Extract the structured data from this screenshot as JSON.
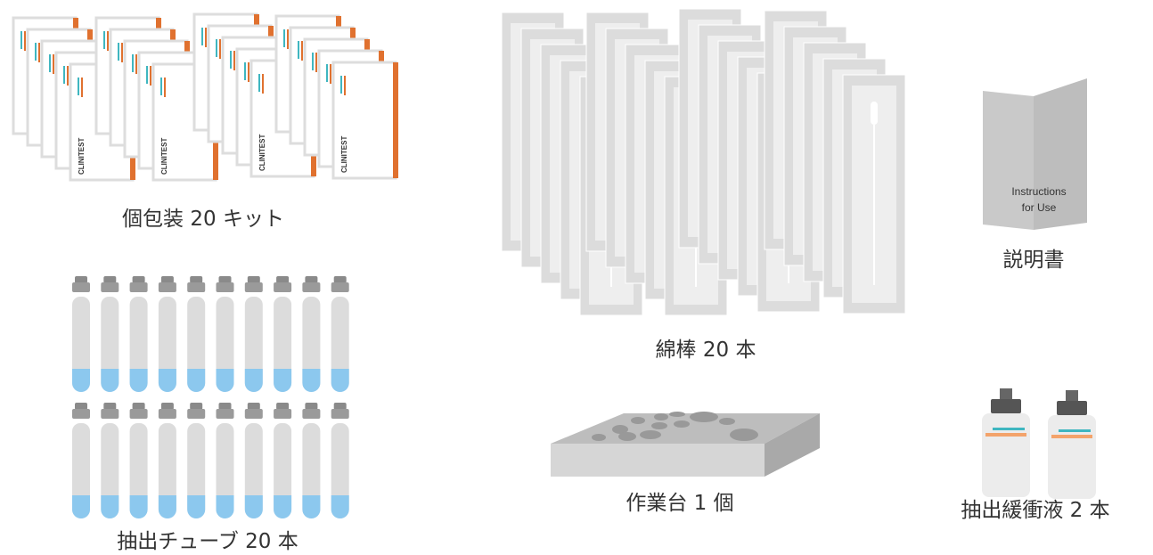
{
  "items": {
    "test_kits": {
      "label": "個包装 20 キット",
      "count": 20,
      "brand": "CLINITEST"
    },
    "tubes": {
      "label": "抽出チューブ 20 本",
      "count": 20
    },
    "swabs": {
      "label": "綿棒 20 本",
      "count": 20
    },
    "instructions": {
      "label": "説明書",
      "booklet_line1": "Instructions",
      "booklet_line2": "for Use"
    },
    "workstation": {
      "label": "作業台 1 個",
      "count": 1
    },
    "buffer": {
      "label": "抽出緩衝液 2 本",
      "count": 2
    }
  },
  "colors": {
    "accent": "#e0712f",
    "liquid": "#8cc8ee",
    "gray": "#c8c8c8",
    "dark": "#555555",
    "teal": "#3fb6c0"
  }
}
